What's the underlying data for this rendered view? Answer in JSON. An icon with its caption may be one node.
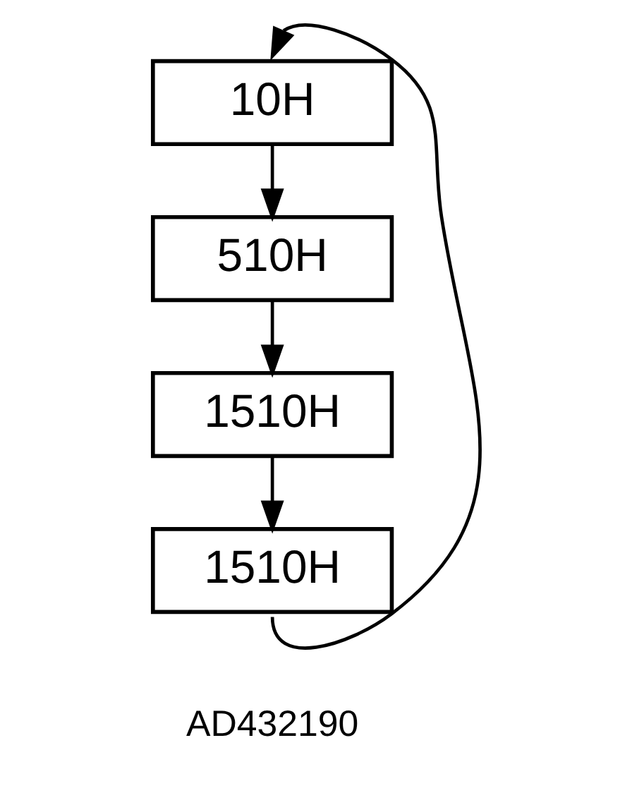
{
  "diagram": {
    "nodes": [
      {
        "text": [
          "10H"
        ]
      },
      {
        "text": [
          "510H"
        ]
      },
      {
        "text": [
          "1510H"
        ]
      },
      {
        "text": [
          "1510H"
        ]
      }
    ],
    "edges": [
      {
        "from": 0,
        "to": 1,
        "arrow": "to"
      },
      {
        "from": 1,
        "to": 2,
        "arrow": "to"
      },
      {
        "from": 2,
        "to": 3,
        "arrow": "to"
      },
      {
        "from": 3,
        "to": 0,
        "arrow": "to"
      }
    ],
    "labels": [
      "AD432190"
    ]
  }
}
